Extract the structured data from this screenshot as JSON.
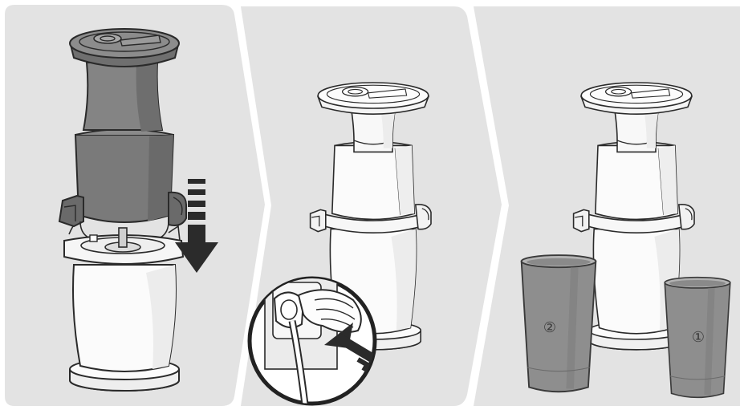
{
  "colors": {
    "panel_bg": "#e3e3e3",
    "panel_bg_alt": "#dcdcdc",
    "outline": "#2a2a2a",
    "part_dark": "#7a7a7a",
    "part_mid": "#9a9a9a",
    "body_white": "#fbfbfb",
    "body_shade": "#e9e9e9",
    "arrow": "#2b2b2b",
    "cup_fill": "#8e8e8e"
  },
  "steps": [
    {
      "step": 1,
      "action": "attach-top-assembly-and-press-down",
      "icons": [
        "juicer-icon",
        "down-arrow-icon"
      ]
    },
    {
      "step": 2,
      "action": "plug-in-power-cord",
      "icons": [
        "juicer-icon",
        "plug-inset-icon",
        "insert-arrow-icon"
      ]
    },
    {
      "step": 3,
      "action": "place-cups-under-outlets",
      "icons": [
        "juicer-icon",
        "cup-icon",
        "cup-icon"
      ]
    }
  ],
  "cups": [
    {
      "label": "②",
      "position": "left"
    },
    {
      "label": "①",
      "position": "right"
    }
  ]
}
